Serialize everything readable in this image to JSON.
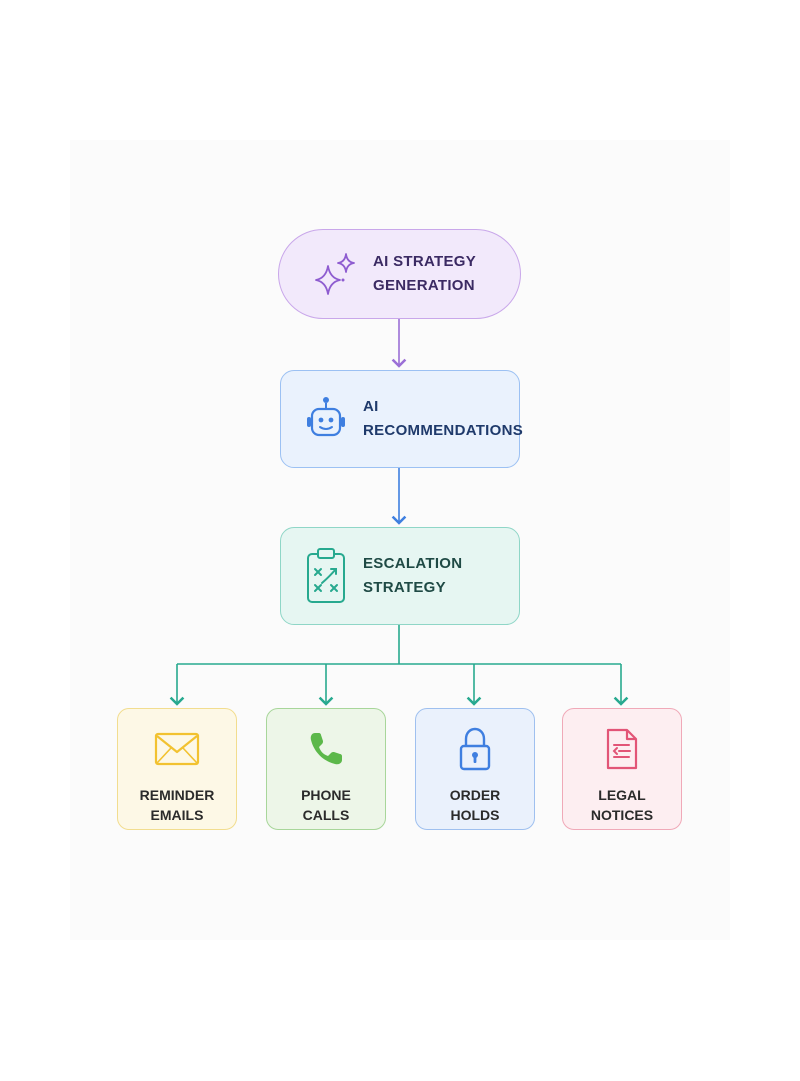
{
  "nodes": {
    "ai_strategy_generation": {
      "label": "AI STRATEGY\nGENERATION",
      "icon": "sparkles-icon",
      "color": "#8e5cd0"
    },
    "ai_recommendations": {
      "label": "AI\nRECOMMENDATIONS",
      "icon": "robot-icon",
      "color": "#3f7fe0"
    },
    "escalation_strategy": {
      "label": "ESCALATION\nSTRATEGY",
      "icon": "clipboard-strategy-icon",
      "color": "#27a98f"
    }
  },
  "actions": [
    {
      "label": "REMINDER\nEMAILS",
      "icon": "envelope-icon",
      "color": "#f2c230"
    },
    {
      "label": "PHONE\nCALLS",
      "icon": "phone-icon",
      "color": "#5cb84a"
    },
    {
      "label": "ORDER\nHOLDS",
      "icon": "lock-icon",
      "color": "#3f7fe0"
    },
    {
      "label": "LEGAL\nNOTICES",
      "icon": "document-icon",
      "color": "#e25577"
    }
  ],
  "edges": [
    {
      "from": "ai_strategy_generation",
      "to": "ai_recommendations",
      "color": "#9b6fd6"
    },
    {
      "from": "ai_recommendations",
      "to": "escalation_strategy",
      "color": "#3f7fe0"
    },
    {
      "from": "escalation_strategy",
      "to": "actions",
      "color": "#27a98f"
    }
  ]
}
